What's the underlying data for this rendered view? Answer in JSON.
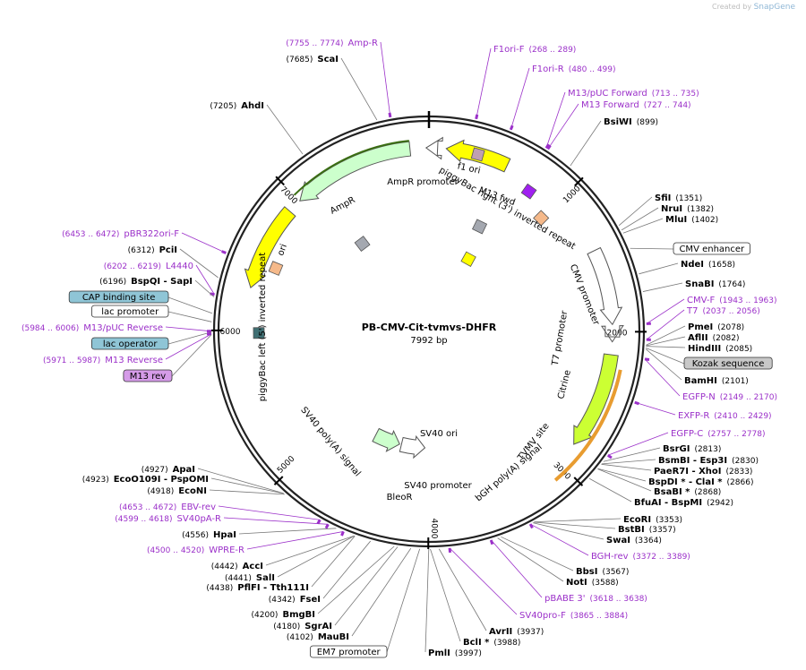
{
  "brand": {
    "prefix": "Created by",
    "name": "SnapGene"
  },
  "plasmid": {
    "name": "PB-CMV-Cit-tvmvs-DHFR",
    "length": "7992 bp"
  },
  "colors": {
    "enzyme": "#000000",
    "primer": "#9b30c9",
    "backbone": "#222222"
  },
  "ticks": [
    {
      "bp": 1000,
      "label": "1000"
    },
    {
      "bp": 2000,
      "label": "2000"
    },
    {
      "bp": 3000,
      "label": "3000"
    },
    {
      "bp": 4000,
      "label": "4000"
    },
    {
      "bp": 5000,
      "label": "5000"
    },
    {
      "bp": 6000,
      "label": "6000"
    },
    {
      "bp": 7000,
      "label": "7000"
    }
  ],
  "features": [
    {
      "name": "f1 ori",
      "color": "#ffff00",
      "shape": "arrow",
      "dir": -1
    },
    {
      "name": "AmpR promoter",
      "color": "#ffffff",
      "shape": "arrow",
      "dir": -1
    },
    {
      "name": "AmpR",
      "color": "#ccffcc",
      "shape": "arrow",
      "dir": -1
    },
    {
      "name": "ori",
      "color": "#ffff00",
      "shape": "arrow",
      "dir": -1
    },
    {
      "name": "M13 fwd",
      "color": "#a020f0",
      "shape": "box"
    },
    {
      "name": "piggyBac right (3') inverted repeat",
      "color": "#f5b98a",
      "shape": "box"
    },
    {
      "name": "CMV promoter",
      "color": "#ffffff",
      "shape": "arrow",
      "dir": 1
    },
    {
      "name": "T7 promoter",
      "color": "#ffffff",
      "shape": "arrow",
      "dir": 1
    },
    {
      "name": "Citrine",
      "color": "#ccff33",
      "shape": "arrow",
      "dir": 1
    },
    {
      "name": "TVMV site",
      "color": "#c0a0b0",
      "shape": "box"
    },
    {
      "name": "bGH poly(A) signal",
      "color": "#a4a8b0",
      "shape": "box"
    },
    {
      "name": "SV40 ori",
      "color": "#ffff00",
      "shape": "box"
    },
    {
      "name": "SV40 promoter",
      "color": "#ffffff",
      "shape": "arrow",
      "dir": -1
    },
    {
      "name": "BleoR",
      "color": "#ccffcc",
      "shape": "arrow",
      "dir": -1
    },
    {
      "name": "SV40 poly(A) signal",
      "color": "#a4a8b0",
      "shape": "box"
    },
    {
      "name": "piggyBac left (5') inverted repeat",
      "color": "#f5b98a",
      "shape": "box"
    },
    {
      "name": "lac",
      "color": "#3f6f73",
      "shape": "box"
    }
  ],
  "labels": [
    {
      "pos": "(7755 .. 7774)",
      "name": "Amp-R",
      "type": "primer"
    },
    {
      "pos": "(7685)",
      "name": "ScaI",
      "type": "enzyme"
    },
    {
      "pos": "(7205)",
      "name": "AhdI",
      "type": "enzyme"
    },
    {
      "pos": "(6453 .. 6472)",
      "name": "pBR322ori-F",
      "type": "primer"
    },
    {
      "pos": "(6312)",
      "name": "PciI",
      "type": "enzyme"
    },
    {
      "pos": "(6202 .. 6219)",
      "name": "L4440",
      "type": "primer"
    },
    {
      "pos": "(6196)",
      "name": "BspQI - SapI",
      "type": "enzyme"
    },
    {
      "name": "CAP binding site",
      "type": "feature",
      "fill": "#8fc5d6"
    },
    {
      "name": "lac promoter",
      "type": "feature",
      "fill": "#ffffff"
    },
    {
      "pos": "(5984 .. 6006)",
      "name": "M13/pUC Reverse",
      "type": "primer"
    },
    {
      "name": "lac operator",
      "type": "feature",
      "fill": "#8fc5d6"
    },
    {
      "pos": "(5971 .. 5987)",
      "name": "M13 Reverse",
      "type": "primer"
    },
    {
      "name": "M13 rev",
      "type": "feature",
      "fill": "#d59be8"
    },
    {
      "pos": "(268 .. 289)",
      "name": "F1ori-F",
      "type": "primer"
    },
    {
      "pos": "(480 .. 499)",
      "name": "F1ori-R",
      "type": "primer"
    },
    {
      "pos": "(713 .. 735)",
      "name": "M13/pUC Forward",
      "type": "primer"
    },
    {
      "pos": "(727 .. 744)",
      "name": "M13 Forward",
      "type": "primer"
    },
    {
      "pos": "(899)",
      "name": "BsiWI",
      "type": "enzyme"
    },
    {
      "pos": "(1351)",
      "name": "SfiI",
      "type": "enzyme"
    },
    {
      "pos": "(1382)",
      "name": "NruI",
      "type": "enzyme"
    },
    {
      "pos": "(1402)",
      "name": "MluI",
      "type": "enzyme"
    },
    {
      "name": "CMV enhancer",
      "type": "feature",
      "fill": "#ffffff"
    },
    {
      "pos": "(1658)",
      "name": "NdeI",
      "type": "enzyme"
    },
    {
      "pos": "(1764)",
      "name": "SnaBI",
      "type": "enzyme"
    },
    {
      "pos": "(1943 .. 1963)",
      "name": "CMV-F",
      "type": "primer"
    },
    {
      "pos": "(2037 .. 2056)",
      "name": "T7",
      "type": "primer"
    },
    {
      "pos": "(2078)",
      "name": "PmeI",
      "type": "enzyme"
    },
    {
      "pos": "(2082)",
      "name": "AflII",
      "type": "enzyme"
    },
    {
      "pos": "(2085)",
      "name": "HindIII",
      "type": "enzyme"
    },
    {
      "name": "Kozak sequence",
      "type": "feature",
      "fill": "#c8c8c8"
    },
    {
      "pos": "(2101)",
      "name": "BamHI",
      "type": "enzyme"
    },
    {
      "pos": "(2149 .. 2170)",
      "name": "EGFP-N",
      "type": "primer"
    },
    {
      "pos": "(2410 .. 2429)",
      "name": "EXFP-R",
      "type": "primer"
    },
    {
      "pos": "(2757 .. 2778)",
      "name": "EGFP-C",
      "type": "primer"
    },
    {
      "pos": "(2813)",
      "name": "BsrGI",
      "type": "enzyme"
    },
    {
      "pos": "(2830)",
      "name": "BsmBI - Esp3I",
      "type": "enzyme"
    },
    {
      "pos": "(2833)",
      "name": "PaeR7I - XhoI",
      "type": "enzyme"
    },
    {
      "pos": "(2866)",
      "name": "BspDI * - ClaI *",
      "type": "enzyme"
    },
    {
      "pos": "(2868)",
      "name": "BsaBI *",
      "type": "enzyme"
    },
    {
      "pos": "(2942)",
      "name": "BfuAI - BspMI",
      "type": "enzyme"
    },
    {
      "pos": "(3353)",
      "name": "EcoRI",
      "type": "enzyme"
    },
    {
      "pos": "(3357)",
      "name": "BstBI",
      "type": "enzyme"
    },
    {
      "pos": "(3364)",
      "name": "SwaI",
      "type": "enzyme"
    },
    {
      "pos": "(3372 .. 3389)",
      "name": "BGH-rev",
      "type": "primer"
    },
    {
      "pos": "(3567)",
      "name": "BbsI",
      "type": "enzyme"
    },
    {
      "pos": "(3588)",
      "name": "NotI",
      "type": "enzyme"
    },
    {
      "pos": "(3618 .. 3638)",
      "name": "pBABE 3'",
      "type": "primer"
    },
    {
      "pos": "(3865 .. 3884)",
      "name": "SV40pro-F",
      "type": "primer"
    },
    {
      "pos": "(3937)",
      "name": "AvrII",
      "type": "enzyme"
    },
    {
      "pos": "(3988)",
      "name": "BclI *",
      "type": "enzyme"
    },
    {
      "pos": "(3997)",
      "name": "PmlI",
      "type": "enzyme"
    },
    {
      "name": "EM7 promoter",
      "type": "feature",
      "fill": "#ffffff"
    },
    {
      "pos": "(4102)",
      "name": "MauBI",
      "type": "enzyme"
    },
    {
      "pos": "(4180)",
      "name": "SgrAI",
      "type": "enzyme"
    },
    {
      "pos": "(4200)",
      "name": "BmgBI",
      "type": "enzyme"
    },
    {
      "pos": "(4342)",
      "name": "FseI",
      "type": "enzyme"
    },
    {
      "pos": "(4438)",
      "name": "PflFI - Tth111I",
      "type": "enzyme"
    },
    {
      "pos": "(4441)",
      "name": "SalI",
      "type": "enzyme"
    },
    {
      "pos": "(4442)",
      "name": "AccI",
      "type": "enzyme"
    },
    {
      "pos": "(4500 .. 4520)",
      "name": "WPRE-R",
      "type": "primer"
    },
    {
      "pos": "(4556)",
      "name": "HpaI",
      "type": "enzyme"
    },
    {
      "pos": "(4599 .. 4618)",
      "name": "SV40pA-R",
      "type": "primer"
    },
    {
      "pos": "(4653 .. 4672)",
      "name": "EBV-rev",
      "type": "primer"
    },
    {
      "pos": "(4918)",
      "name": "EcoNI",
      "type": "enzyme"
    },
    {
      "pos": "(4923)",
      "name": "EcoO109I - PspOMI",
      "type": "enzyme"
    },
    {
      "pos": "(4927)",
      "name": "ApaI",
      "type": "enzyme"
    }
  ]
}
